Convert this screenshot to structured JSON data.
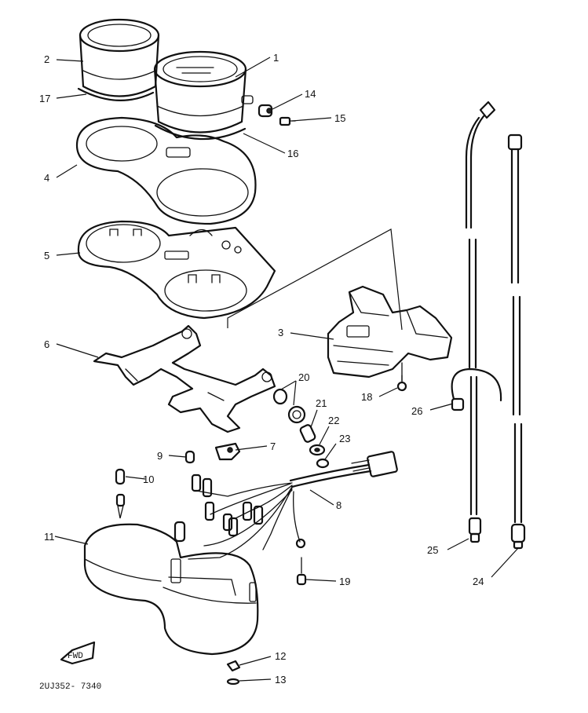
{
  "callouts": [
    {
      "id": "c1",
      "label": "1"
    },
    {
      "id": "c2",
      "label": "2"
    },
    {
      "id": "c3",
      "label": "3"
    },
    {
      "id": "c4",
      "label": "4"
    },
    {
      "id": "c5",
      "label": "5"
    },
    {
      "id": "c6",
      "label": "6"
    },
    {
      "id": "c7",
      "label": "7"
    },
    {
      "id": "c8",
      "label": "8"
    },
    {
      "id": "c9",
      "label": "9"
    },
    {
      "id": "c10",
      "label": "10"
    },
    {
      "id": "c11",
      "label": "11"
    },
    {
      "id": "c12",
      "label": "12"
    },
    {
      "id": "c13",
      "label": "13"
    },
    {
      "id": "c14",
      "label": "14"
    },
    {
      "id": "c15",
      "label": "15"
    },
    {
      "id": "c16",
      "label": "16"
    },
    {
      "id": "c17",
      "label": "17"
    },
    {
      "id": "c18",
      "label": "18"
    },
    {
      "id": "c19",
      "label": "19"
    },
    {
      "id": "c20",
      "label": "20"
    },
    {
      "id": "c21",
      "label": "21"
    },
    {
      "id": "c22",
      "label": "22"
    },
    {
      "id": "c23",
      "label": "23"
    },
    {
      "id": "c24",
      "label": "24"
    },
    {
      "id": "c25",
      "label": "25"
    },
    {
      "id": "c26",
      "label": "26"
    }
  ],
  "drawing_code": "2UJ352- 7340",
  "direction_mark": "FWD"
}
